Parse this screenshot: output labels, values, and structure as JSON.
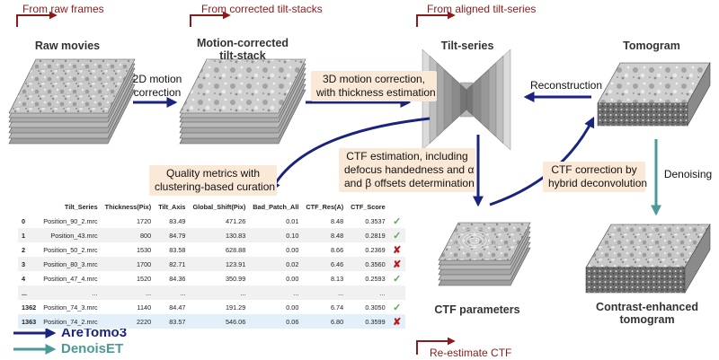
{
  "sources": {
    "raw": "From raw frames",
    "corrected": "From corrected tilt-stacks",
    "aligned": "From aligned tilt-series"
  },
  "stages": {
    "raw_movies": "Raw movies",
    "motion_line1": "Motion-corrected",
    "motion_line2": "tilt-stack",
    "tilt_series": "Tilt-series",
    "tomogram": "Tomogram",
    "ctf_parameters": "CTF parameters",
    "enhanced_line1": "Contrast-enhanced",
    "enhanced_line2": "tomogram"
  },
  "steps": {
    "motion2d_line1": "2D motion",
    "motion2d_line2": "correction",
    "motion3d_line1": "3D motion correction,",
    "motion3d_line2": "with thickness estimation",
    "reconstruction": "Reconstruction",
    "ctf_est_line1": "CTF estimation, including",
    "ctf_est_line2": "defocus handedness and α",
    "ctf_est_line3": "and β offsets determination",
    "ctf_corr_line1": "CTF correction by",
    "ctf_corr_line2": "hybrid deconvolution",
    "denoising": "Denoising",
    "quality_line1": "Quality metrics with",
    "quality_line2": "clustering-based curation",
    "reestimate": "Re-estimate CTF"
  },
  "legend": {
    "aretomo_label": "AreTomo3",
    "denoiset_label": "DenoisET"
  },
  "colors": {
    "aretomo": "#1a237e",
    "denoiset": "#4a9a96",
    "source_arrow": "#8b1a1a",
    "highlight": "#fbe9d7",
    "check": "#4caf50",
    "cross": "#b71c1c"
  },
  "table": {
    "columns": [
      "",
      "Tilt_Series",
      "Thickness(Pix)",
      "Tilt_Axis",
      "Global_Shift(Pix)",
      "Bad_Patch_All",
      "CTF_Res(A)",
      "CTF_Score",
      ""
    ],
    "rows": [
      {
        "idx": "0",
        "series": "Position_90_2.mrc",
        "thick": "1720",
        "axis": "83.49",
        "shift": "471.26",
        "bad": "0.01",
        "res": "8.48",
        "score": "0.3537",
        "mark": "✓",
        "ok": true
      },
      {
        "idx": "1",
        "series": "Position_43.mrc",
        "thick": "800",
        "axis": "84.79",
        "shift": "130.83",
        "bad": "0.10",
        "res": "8.48",
        "score": "0.2819",
        "mark": "✓",
        "ok": true
      },
      {
        "idx": "2",
        "series": "Position_50_2.mrc",
        "thick": "1530",
        "axis": "83.58",
        "shift": "628.88",
        "bad": "0.00",
        "res": "8.66",
        "score": "0.2369",
        "mark": "✘",
        "ok": false
      },
      {
        "idx": "3",
        "series": "Position_80_3.mrc",
        "thick": "1700",
        "axis": "82.71",
        "shift": "123.91",
        "bad": "0.02",
        "res": "6.46",
        "score": "0.3560",
        "mark": "✘",
        "ok": false
      },
      {
        "idx": "4",
        "series": "Position_47_4.mrc",
        "thick": "1520",
        "axis": "84.36",
        "shift": "350.99",
        "bad": "0.00",
        "res": "8.13",
        "score": "0.2593",
        "mark": "✓",
        "ok": true
      },
      {
        "idx": "...",
        "series": "...",
        "thick": "...",
        "axis": "...",
        "shift": "...",
        "bad": "...",
        "res": "...",
        "score": "...",
        "mark": "",
        "ok": true
      },
      {
        "idx": "1362",
        "series": "Position_74_3.mrc",
        "thick": "1140",
        "axis": "84.47",
        "shift": "191.29",
        "bad": "0.00",
        "res": "6.74",
        "score": "0.3050",
        "mark": "✓",
        "ok": true
      },
      {
        "idx": "1363",
        "series": "Position_74_2.mrc",
        "thick": "2220",
        "axis": "83.57",
        "shift": "546.06",
        "bad": "0.06",
        "res": "6.80",
        "score": "0.3599",
        "mark": "✘",
        "ok": false
      }
    ]
  }
}
